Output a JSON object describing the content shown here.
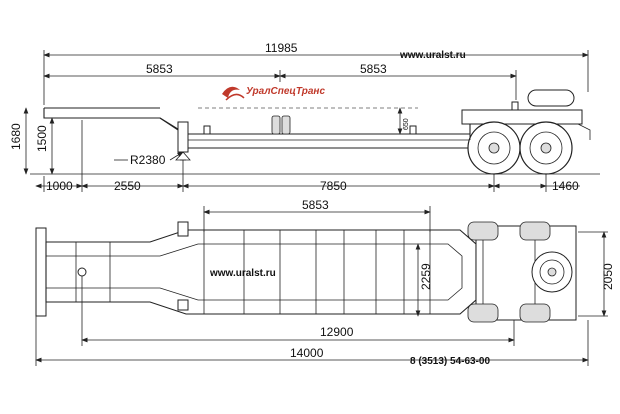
{
  "side_view": {
    "overall_length": "11985",
    "website": "www.uralst.ru",
    "container_left": "5853",
    "container_right": "5853",
    "brand": "УралСпецТранс",
    "height_total": "1680",
    "height_deck": "1500",
    "deck_step": "650",
    "radius": "R2380",
    "front_overhang": "1000",
    "kingpin_offset": "2550",
    "wheelbase_main": "7850",
    "rear_span": "1460"
  },
  "top_view": {
    "container_length": "5853",
    "website": "www.uralst.ru",
    "inner_width": "2259",
    "outer_width": "2050",
    "frame_length": "12900",
    "total_length": "14000",
    "phone": "8 (3513) 54-63-00"
  }
}
